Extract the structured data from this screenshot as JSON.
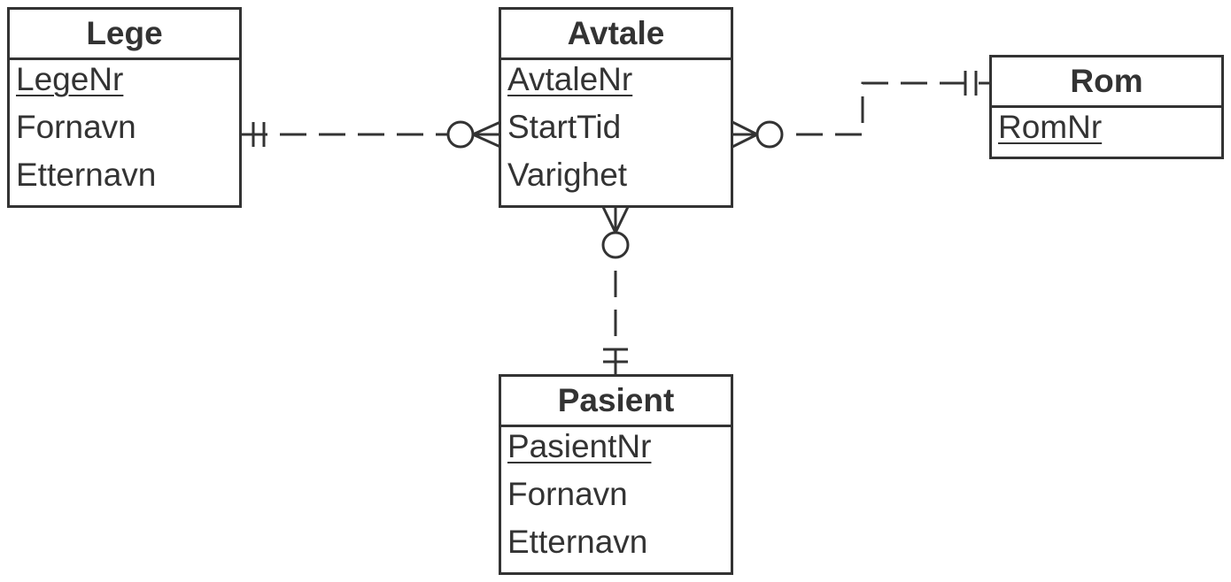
{
  "entities": {
    "lege": {
      "name": "Lege",
      "attributes": [
        {
          "label": "LegeNr",
          "pk": true
        },
        {
          "label": "Fornavn",
          "pk": false
        },
        {
          "label": "Etternavn",
          "pk": false
        }
      ]
    },
    "avtale": {
      "name": "Avtale",
      "attributes": [
        {
          "label": "AvtaleNr",
          "pk": true
        },
        {
          "label": "StartTid",
          "pk": false
        },
        {
          "label": "Varighet",
          "pk": false
        }
      ]
    },
    "rom": {
      "name": "Rom",
      "attributes": [
        {
          "label": "RomNr",
          "pk": true
        }
      ]
    },
    "pasient": {
      "name": "Pasient",
      "attributes": [
        {
          "label": "PasientNr",
          "pk": true
        },
        {
          "label": "Fornavn",
          "pk": false
        },
        {
          "label": "Etternavn",
          "pk": false
        }
      ]
    }
  },
  "relationships": [
    {
      "from": "Lege",
      "from_cardinality": "exactly one",
      "to": "Avtale",
      "to_cardinality": "zero or many",
      "line": "dashed"
    },
    {
      "from": "Rom",
      "from_cardinality": "exactly one",
      "to": "Avtale",
      "to_cardinality": "zero or many",
      "line": "dashed"
    },
    {
      "from": "Pasient",
      "from_cardinality": "exactly one",
      "to": "Avtale",
      "to_cardinality": "zero or many",
      "line": "dashed"
    }
  ],
  "colors": {
    "stroke": "#333333",
    "background": "#ffffff",
    "text": "#333333"
  }
}
